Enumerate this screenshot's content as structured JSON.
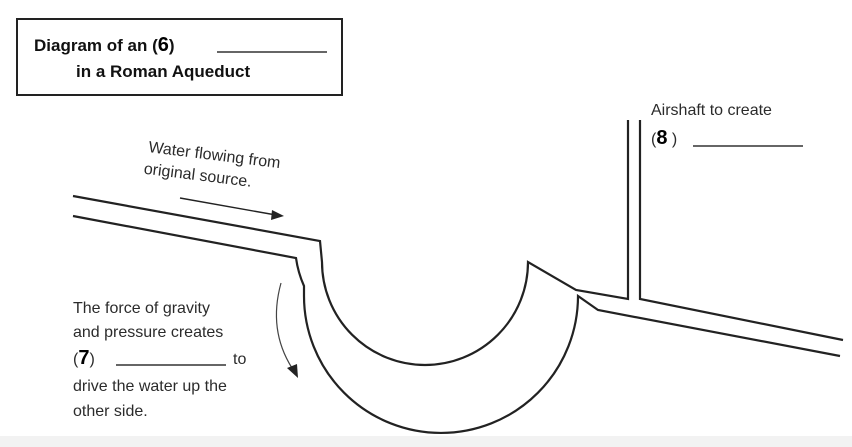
{
  "title": {
    "line1_prefix": "Diagram of an (",
    "blank_number": "6",
    "line1_suffix": ")",
    "line2": "in a Roman Aqueduct"
  },
  "water_label": {
    "line1": "Water flowing from",
    "line2": "original source."
  },
  "airshaft_label": {
    "line1": "Airshaft to create",
    "blank_number": "8"
  },
  "gravity_label": {
    "line1": "The force of gravity",
    "line2": "and pressure creates",
    "blank_number": "7",
    "after_blank": "to",
    "line4": "drive the water up the",
    "line5": "other side."
  },
  "colors": {
    "line": "#222222",
    "text": "#2b2b2b",
    "background": "#ffffff"
  }
}
